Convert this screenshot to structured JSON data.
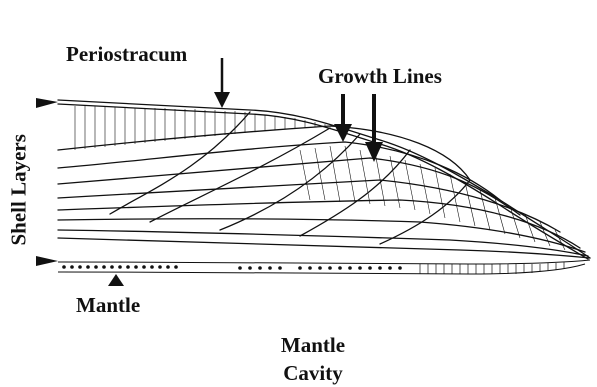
{
  "labels": {
    "periostracum": "Periostracum",
    "growth_lines": "Growth Lines",
    "shell_layers": "Shell Layers",
    "mantle": "Mantle",
    "mantle_cavity_line1": "Mantle",
    "mantle_cavity_line2": "Cavity"
  },
  "colors": {
    "ink": "#111111",
    "background": "#ffffff"
  }
}
